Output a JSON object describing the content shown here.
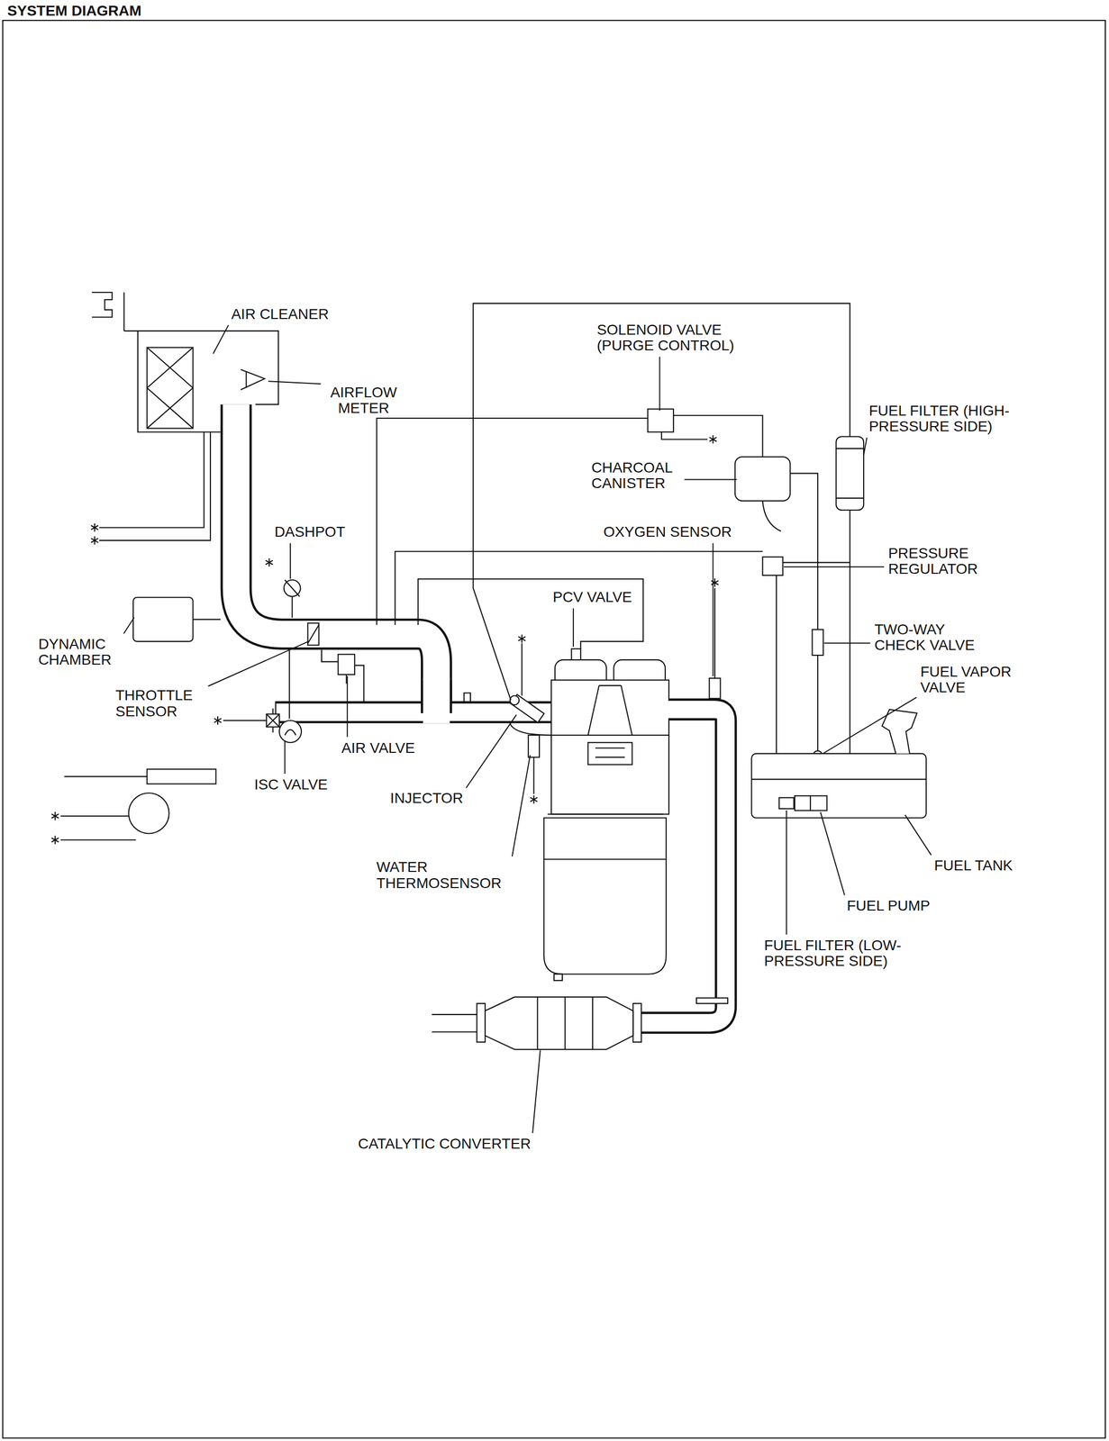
{
  "diagram": {
    "title": "SYSTEM DIAGRAM",
    "labels": [
      "AIR CLEANER",
      "AIRFLOW METER",
      "SOLENOID VALVE (PURGE CONTROL)",
      "FUEL FILTER (HIGH-PRESSURE SIDE)",
      "CHARCOAL CANISTER",
      "DASHPOT",
      "OXYGEN SENSOR",
      "PRESSURE REGULATOR",
      "PCV VALVE",
      "TWO-WAY CHECK VALVE",
      "DYNAMIC CHAMBER",
      "THROTTLE SENSOR",
      "FUEL VAPOR VALVE",
      "AIR VALVE",
      "ISC VALVE",
      "INJECTOR",
      "WATER THERMOSENSOR",
      "FUEL TANK",
      "FUEL PUMP",
      "FUEL FILTER (LOW-PRESSURE SIDE)",
      "CATALYTIC CONVERTER"
    ]
  }
}
